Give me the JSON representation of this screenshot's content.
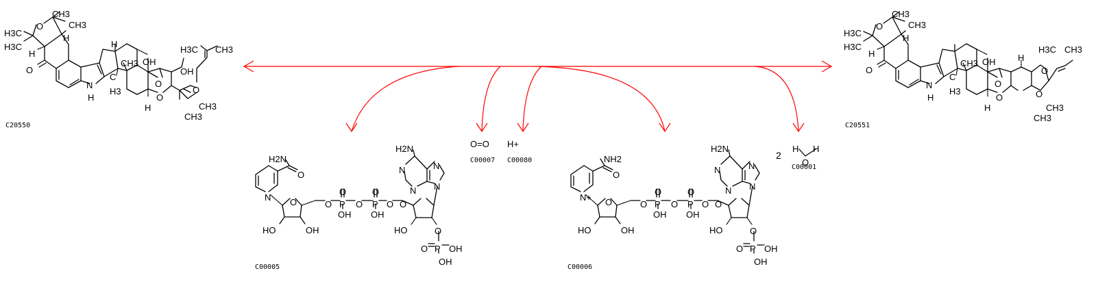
{
  "reaction": {
    "arrow_color": "#ff0000",
    "compounds": [
      {
        "id": "C20550",
        "role": "substrate",
        "atom_labels": [
          "CH3",
          "CH3",
          "O",
          "H3C",
          "H3C",
          "H",
          "H",
          "O",
          "N",
          "H",
          "CH3",
          "OH",
          "OH",
          "O",
          "O",
          "H",
          "C",
          "H3",
          "H",
          "H3C",
          "CH3",
          "O",
          "CH3",
          "CH3"
        ]
      },
      {
        "id": "C00005",
        "role": "cofactor",
        "atom_labels": [
          "H2N",
          "O",
          "N",
          "O",
          "HO",
          "OH",
          "O",
          "P",
          "O",
          "P",
          "O",
          "O",
          "OH",
          "O",
          "OH",
          "O",
          "HO",
          "O",
          "O",
          "P",
          "OH",
          "OH",
          "N",
          "N",
          "N",
          "N",
          "H2N"
        ]
      },
      {
        "id": "C00007",
        "role": "substrate",
        "formula": "O=O"
      },
      {
        "id": "C00080",
        "role": "substrate",
        "formula": "H+"
      },
      {
        "id": "C20551",
        "role": "product",
        "atom_labels": [
          "CH3",
          "CH3",
          "O",
          "H3C",
          "H3C",
          "H",
          "H",
          "O",
          "N",
          "H",
          "CH3",
          "OH",
          "H",
          "O",
          "O",
          "H",
          "C",
          "H3",
          "H3C",
          "CH3",
          "O",
          "O",
          "CH3",
          "CH3"
        ]
      },
      {
        "id": "C00006",
        "role": "cofactor",
        "atom_labels": [
          "NH2",
          "O",
          "N+",
          "O",
          "HO",
          "OH",
          "O",
          "P",
          "O",
          "P",
          "O",
          "O",
          "OH",
          "O",
          "OH",
          "O",
          "HO",
          "O",
          "O",
          "P",
          "OH",
          "OH",
          "N",
          "N",
          "N",
          "N",
          "H2N"
        ]
      },
      {
        "id": "C00001",
        "role": "product",
        "coefficient": "2",
        "atom_labels": [
          "H",
          "O",
          "H"
        ]
      }
    ]
  }
}
